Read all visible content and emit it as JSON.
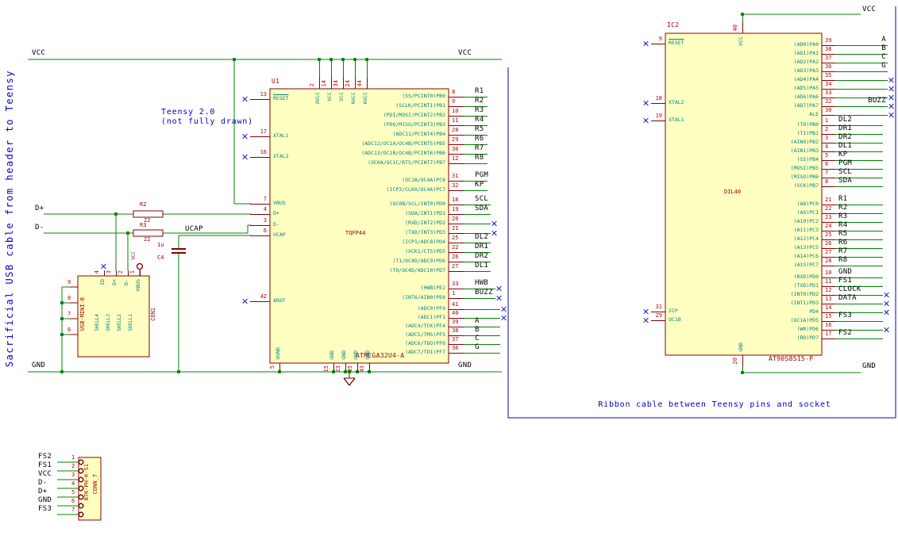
{
  "colors": {
    "wire": "#008400",
    "pin_number": "#B80000",
    "pin_name": "#008484",
    "component_outline": "#840000",
    "component_fill": "#FFFFC2",
    "net_label": "#000000",
    "note": "#0000C8",
    "no_connect": "#1414C8",
    "reference": "#A00000"
  },
  "notes": {
    "left_sidebar": "Sacrificial USB cable from header to Teensy",
    "teensy_line1": "Teensy 2.0",
    "teensy_line2": "(not fully drawn)",
    "ribbon": "Ribbon cable between Teensy pins and socket"
  },
  "labels": {
    "vcc": "VCC",
    "gnd": "GND",
    "dp": "D+",
    "dm": "D-",
    "ucap": "UCAP"
  },
  "r2": {
    "ref": "R2",
    "value": "22"
  },
  "r3": {
    "ref": "R3",
    "value": "22"
  },
  "c4": {
    "ref": "C4",
    "value": "1u"
  },
  "u1": {
    "ref": "U1",
    "value": "ATMEGA32U4-A",
    "package": "TQFP44",
    "left_pins": [
      {
        "name": "RESET",
        "num": "13",
        "nc": true,
        "ov": true
      },
      {
        "name": "XTAL1",
        "num": "17",
        "nc": true
      },
      {
        "name": "XTAL2",
        "num": "16",
        "nc": true
      },
      {
        "name": "VBUS",
        "num": "7"
      },
      {
        "name": "D+",
        "num": "4"
      },
      {
        "name": "D-",
        "num": "3"
      },
      {
        "name": "UCAP",
        "num": "6"
      },
      {
        "name": "AREF",
        "num": "42",
        "nc": true
      }
    ],
    "top_pins": [
      {
        "name": "UVCC",
        "num": "2"
      },
      {
        "name": "VCC",
        "num": "14"
      },
      {
        "name": "VCC",
        "num": "34"
      },
      {
        "name": "AVCC",
        "num": "24"
      },
      {
        "name": "AVCC",
        "num": "44"
      }
    ],
    "bottom_pins": [
      {
        "name": "UGND",
        "num": "5"
      },
      {
        "name": "GND",
        "num": "15"
      },
      {
        "name": "GND",
        "num": "23"
      },
      {
        "name": "GND",
        "num": "35"
      },
      {
        "name": "GND",
        "num": "43"
      }
    ],
    "pb": [
      {
        "name": "(SS/PCINT0)PB0",
        "num": "8",
        "label": "R1"
      },
      {
        "name": "(SCLK/PCINT1)PB1",
        "num": "9",
        "label": "R2"
      },
      {
        "name": "(PDI/MOSI/PCINT2)PB2",
        "num": "10",
        "label": "R3"
      },
      {
        "name": "(PDO/MISO/PCINT3)PB3",
        "num": "11",
        "label": "R4"
      },
      {
        "name": "(ADC11/PCINT4)PB4",
        "num": "28",
        "label": "R5"
      },
      {
        "name": "(ADC12/OC1A/OC4B/PCINT5)PB5",
        "num": "29",
        "label": "R6"
      },
      {
        "name": "(ADC13/OC1B/OC4B/PCINT6)PB6",
        "num": "30",
        "label": "R7"
      },
      {
        "name": "(OC0A/OC1C/RTS/PCINT7)PB7",
        "num": "12",
        "label": "R8"
      }
    ],
    "pc": [
      {
        "name": "(OC3A/OC4A)PC6",
        "num": "31",
        "label": "PGM"
      },
      {
        "name": "(ICP3/CLK0/OC4A)PC7",
        "num": "32",
        "label": "KP"
      }
    ],
    "pd": [
      {
        "name": "(OC0B/SCL/INT0)PD0",
        "num": "18",
        "label": "SCL"
      },
      {
        "name": "(SDA/INT1)PD1",
        "num": "19",
        "label": "SDA"
      },
      {
        "name": "(RXD/INT2)PD2",
        "num": "20",
        "nc": true
      },
      {
        "name": "(TXD/INT3)PD3",
        "num": "21",
        "nc": true
      },
      {
        "name": "(ICP1/ADC8)PD4",
        "num": "25",
        "label": "DL2"
      },
      {
        "name": "(XCK1/CTS)PD5",
        "num": "22",
        "label": "DR1"
      },
      {
        "name": "(T1/OC4D/ADC9)PD6",
        "num": "26",
        "label": "DR2"
      },
      {
        "name": "(T0/OC4D/ADC10)PD7",
        "num": "27",
        "label": "DL1"
      }
    ],
    "pe": [
      {
        "name": "(HWB)PE2",
        "num": "33",
        "label": "HWB",
        "nc": true
      },
      {
        "name": "(INT6/AIN0)PE6",
        "num": "1",
        "label": "BUZZ",
        "nc": true
      }
    ],
    "pf": [
      {
        "name": "(ADC0)PF0",
        "num": "41",
        "nc": true
      },
      {
        "name": "(ADC1)PF1",
        "num": "40",
        "nc": true
      },
      {
        "name": "(ADC4/TCK)PF4",
        "num": "39",
        "label": "A"
      },
      {
        "name": "(ADC5/TMS)PF5",
        "num": "38",
        "label": "B"
      },
      {
        "name": "(ADC6/TDO)PF6",
        "num": "37",
        "label": "C"
      },
      {
        "name": "(ADC7/TDI)PF7",
        "num": "36",
        "label": "G"
      }
    ]
  },
  "ic2": {
    "ref": "IC2",
    "value": "AT90S8515-P",
    "package": "DIL40",
    "left_pins": [
      {
        "name": "RESET",
        "num": "9",
        "nc": true,
        "ov": true
      },
      {
        "name": "XTAL2",
        "num": "18",
        "nc": true
      },
      {
        "name": "XTAL1",
        "num": "19",
        "nc": true
      },
      {
        "name": "ICP",
        "num": "31",
        "nc": true
      },
      {
        "name": "OC1B",
        "num": "29",
        "nc": true
      }
    ],
    "top_pins": [
      {
        "name": "VCC",
        "num": "40"
      }
    ],
    "bottom_pins": [
      {
        "name": "GND",
        "num": "20"
      }
    ],
    "pa": [
      {
        "name": "(AD0)PA0",
        "num": "39",
        "label": "A"
      },
      {
        "name": "(AD1)PA1",
        "num": "38",
        "label": "B"
      },
      {
        "name": "(AD2)PA2",
        "num": "37",
        "label": "C"
      },
      {
        "name": "(AD3)PA3",
        "num": "36",
        "label": "G"
      },
      {
        "name": "(AD4)PA4",
        "num": "35",
        "nc": true
      },
      {
        "name": "(AD5)PA5",
        "num": "34",
        "nc": true
      },
      {
        "name": "(AD6)PA6",
        "num": "33",
        "nc": true
      },
      {
        "name": "(AD7)PA7",
        "num": "32",
        "label": "BUZZ",
        "nc": true
      }
    ],
    "ale": [
      {
        "name": "ALE",
        "num": "30",
        "nc": true
      }
    ],
    "pb": [
      {
        "name": "(T0)PB0",
        "num": "1",
        "label": "DL2"
      },
      {
        "name": "(T1)PB1",
        "num": "2",
        "label": "DR1"
      },
      {
        "name": "(AIN0)PB2",
        "num": "3",
        "label": "DR2"
      },
      {
        "name": "(AIN1)PB3",
        "num": "4",
        "label": "DL1"
      },
      {
        "name": "(SS)PB4",
        "num": "5",
        "label": "KP"
      },
      {
        "name": "(MOSI)PB5",
        "num": "6",
        "label": "PGM"
      },
      {
        "name": "(MISO)PB6",
        "num": "7",
        "label": "SCL"
      },
      {
        "name": "(SCK)PB7",
        "num": "8",
        "label": "SDA"
      }
    ],
    "pc": [
      {
        "name": "(A8)PC0",
        "num": "21",
        "label": "R1"
      },
      {
        "name": "(A9)PC1",
        "num": "22",
        "label": "R2"
      },
      {
        "name": "(A10)PC2",
        "num": "23",
        "label": "R3"
      },
      {
        "name": "(A11)PC3",
        "num": "24",
        "label": "R4"
      },
      {
        "name": "(A12)PC4",
        "num": "25",
        "label": "R5"
      },
      {
        "name": "(A13)PC5",
        "num": "26",
        "label": "R6"
      },
      {
        "name": "(A14)PC6",
        "num": "27",
        "label": "R7"
      },
      {
        "name": "(A15)PC7",
        "num": "28",
        "label": "R8"
      }
    ],
    "pd": [
      {
        "name": "(RXD)PD0",
        "num": "10",
        "label": "GND"
      },
      {
        "name": "(TXD)PD1",
        "num": "11",
        "label": "FS1"
      },
      {
        "name": "(INT0)PD2",
        "num": "12",
        "label": "CLOCK",
        "nc": true
      },
      {
        "name": "(INT1)PD3",
        "num": "13",
        "label": "DATA",
        "nc": true
      },
      {
        "name": "PD4",
        "num": "14",
        "nc": true
      },
      {
        "name": "(OC1A)PD5",
        "num": "15",
        "label": "FS3"
      },
      {
        "name": "(WR)PD6",
        "num": "16",
        "nc": true
      },
      {
        "name": "(RD)PD7",
        "num": "17",
        "label": "FS2"
      }
    ]
  },
  "usb": {
    "ref": "CON1",
    "value": "USB-MINI-B",
    "top_pins": [
      {
        "name": "ID",
        "num": "4",
        "nc": true
      },
      {
        "name": "D+",
        "num": "3"
      },
      {
        "name": "D-",
        "num": "2"
      },
      {
        "name": "VBUS",
        "num": "1"
      }
    ],
    "shell_names": [
      "SHELL4",
      "SHELL3",
      "SHELL2",
      "SHELL1"
    ],
    "shell_nums": [
      "9",
      "8",
      "7",
      "6"
    ]
  },
  "conn7": {
    "fields": [
      "B7K-PH-K-S1",
      "CONN_7"
    ],
    "labels": [
      "FS2",
      "FS1",
      "VCC",
      "D-",
      "D+",
      "GND",
      "FS3"
    ],
    "nums": [
      "1",
      "2",
      "3",
      "4",
      "5",
      "6",
      "7"
    ]
  }
}
